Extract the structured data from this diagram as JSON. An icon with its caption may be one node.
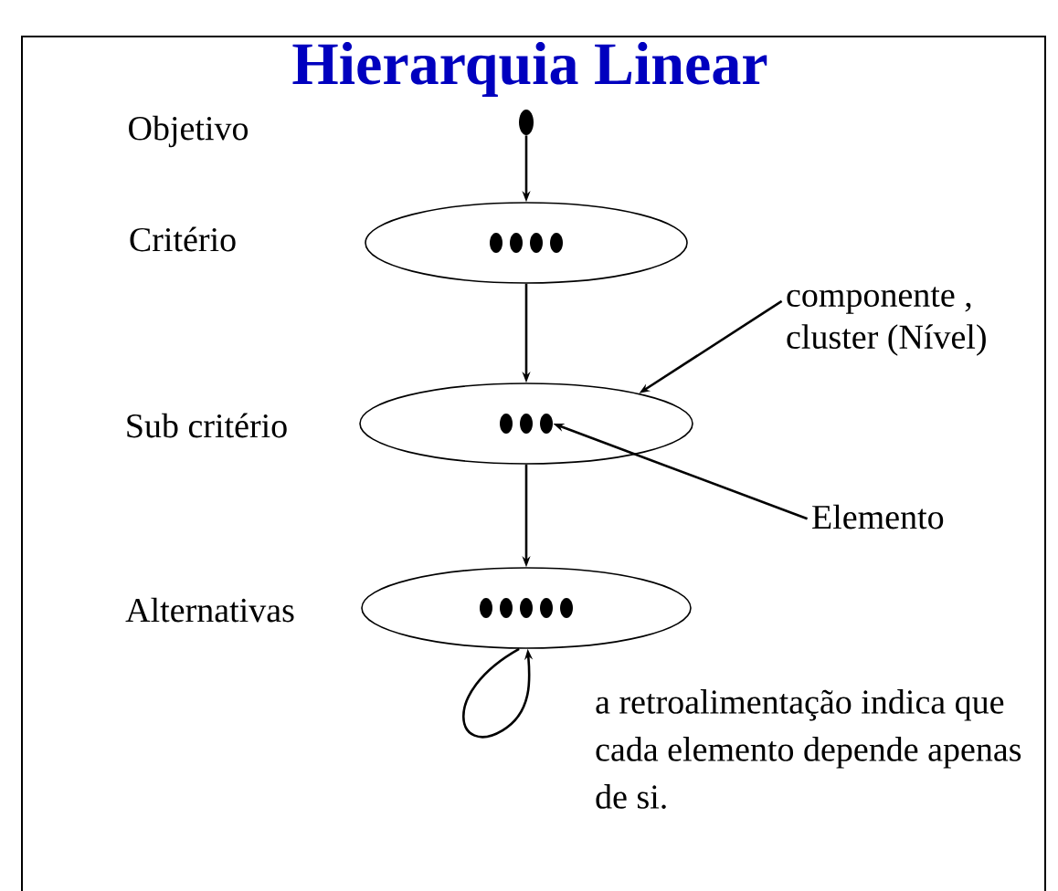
{
  "diagram": {
    "title": "Hierarquia Linear",
    "nodes": [
      {
        "text": [],
        "shape": "circle"
      },
      {
        "text": [],
        "shape": "ellipse"
      },
      {
        "text": [],
        "shape": "ellipse"
      },
      {
        "text": [],
        "shape": "ellipse"
      },
      {
        "text": [
          "componente , cluster (Nível)"
        ]
      },
      {
        "text": [
          "Elemento"
        ]
      },
      {
        "text": [],
        "shape": "circle",
        "in": 2
      }
    ],
    "edges": [
      {
        "from": 0,
        "to": 1,
        "arrow": "to"
      },
      {
        "from": 1,
        "to": 2,
        "arrow": "to"
      },
      {
        "from": 2,
        "to": 3,
        "arrow": "to"
      },
      {
        "from": 4,
        "to": 2,
        "arrow": "to"
      },
      {
        "from": 5,
        "to": 6,
        "arrow": "to"
      },
      {
        "from": 3,
        "to": 3,
        "arrow": "to"
      }
    ],
    "labels": [
      "Objetivo",
      "Critério",
      "Sub critério",
      "Alternativas",
      "a retroalimentação indica que cada elemento depende apenas de si."
    ]
  }
}
